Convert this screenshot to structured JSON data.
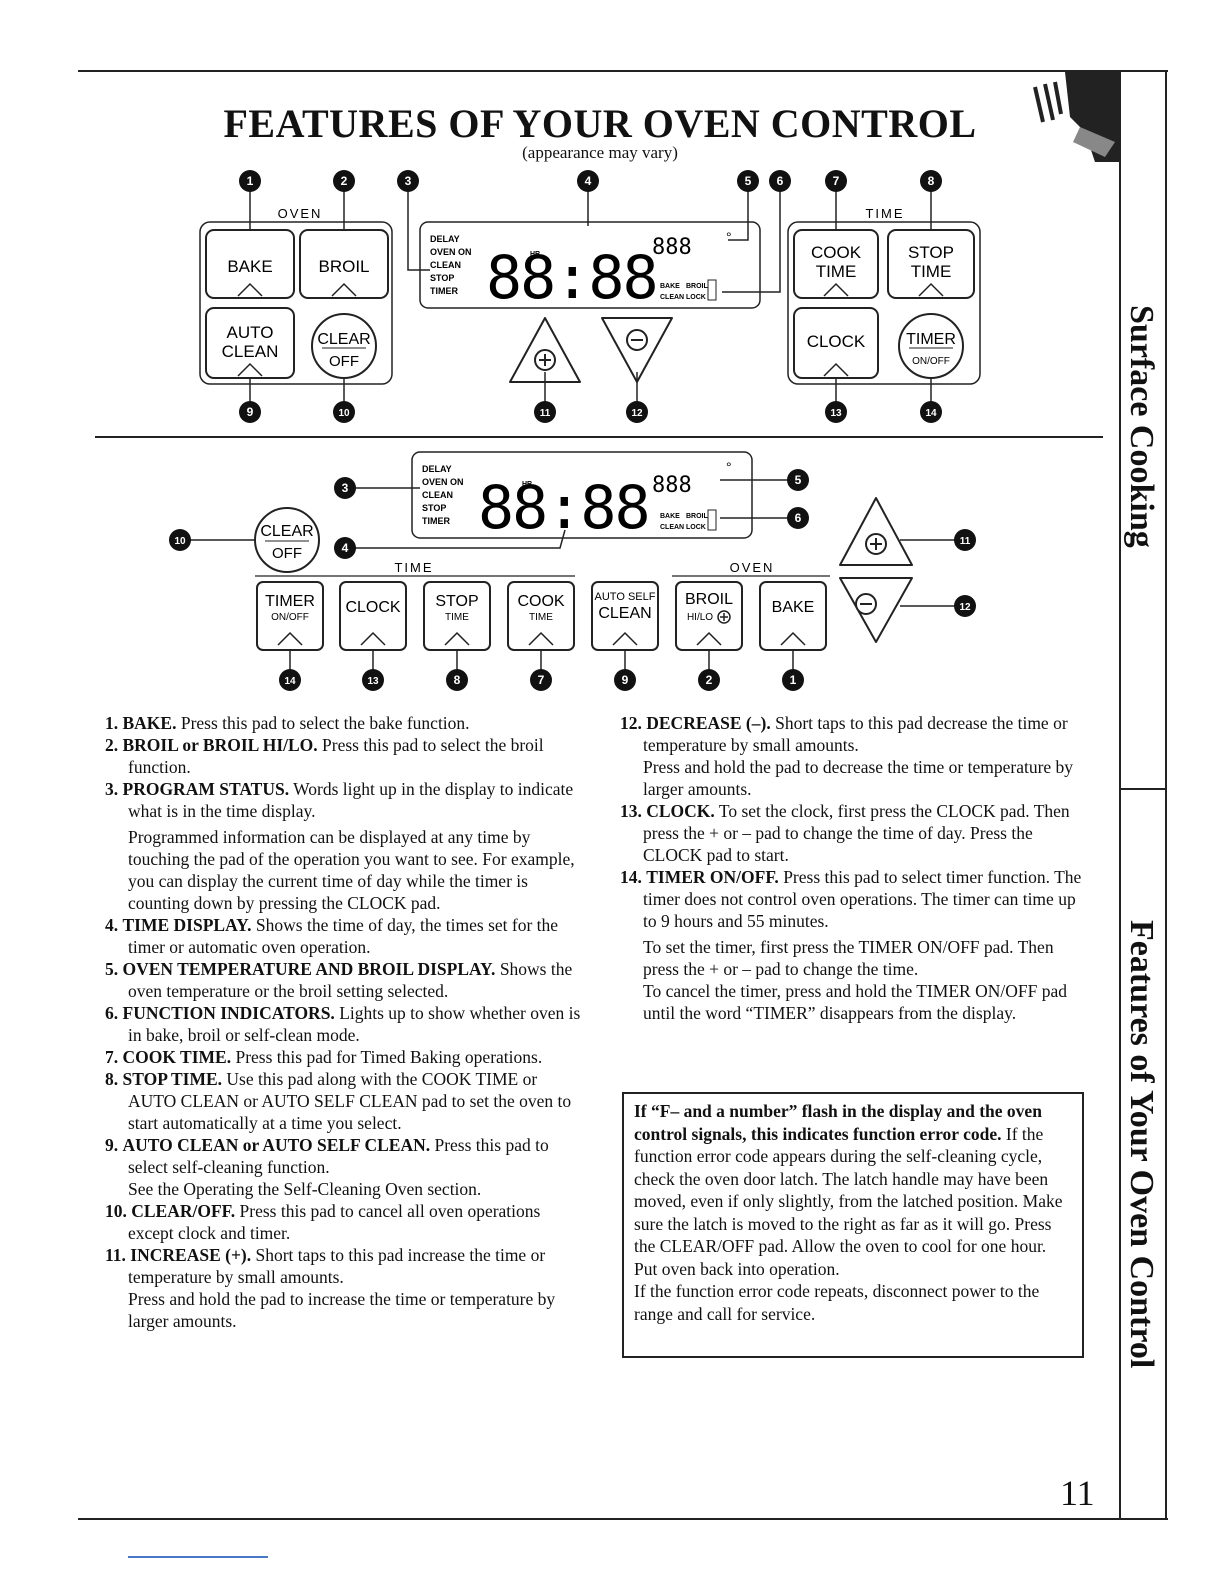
{
  "page": {
    "title": "FEATURES OF YOUR OVEN CONTROL",
    "subtitle": "(appearance may vary)",
    "page_number": "11",
    "side_tabs": [
      "Surface Cooking",
      "Features of Your Oven Control"
    ]
  },
  "diagram": {
    "callouts": [
      "1",
      "2",
      "3",
      "4",
      "5",
      "6",
      "7",
      "8",
      "9",
      "10",
      "11",
      "12",
      "13",
      "14"
    ],
    "top_panel": {
      "oven_group_label": "OVEN",
      "time_group_label": "TIME",
      "pads": {
        "bake": "BAKE",
        "broil": "BROIL",
        "auto_clean_1": "AUTO",
        "auto_clean_2": "CLEAN",
        "clear_1": "CLEAR",
        "clear_2": "OFF",
        "cook_time_1": "COOK",
        "cook_time_2": "TIME",
        "stop_time_1": "STOP",
        "stop_time_2": "TIME",
        "clock": "CLOCK",
        "timer_1": "TIMER",
        "timer_2": "ON/OFF"
      }
    },
    "display": {
      "status_words": [
        "DELAY",
        "OVEN ON",
        "CLEAN",
        "STOP",
        "TIMER"
      ],
      "hr": "HR",
      "digits": "88:88",
      "temp_digits": "888",
      "degree": "°",
      "indicators": [
        "BAKE",
        "BROIL",
        "CLEAN",
        "LOCK"
      ]
    },
    "bottom_panel": {
      "time_group_label": "TIME",
      "oven_group_label": "OVEN",
      "pads": {
        "timer_1": "TIMER",
        "timer_2": "ON/OFF",
        "clock": "CLOCK",
        "stop_1": "STOP",
        "stop_2": "TIME",
        "cook_1": "COOK",
        "cook_2": "TIME",
        "autoself_1": "AUTO SELF",
        "autoself_2": "CLEAN",
        "broil_1": "BROIL",
        "broil_2": "HI/LO",
        "bake": "BAKE",
        "clear_1": "CLEAR",
        "clear_2": "OFF"
      }
    }
  },
  "items": [
    {
      "num": "1.",
      "head": "BAKE.",
      "body": "Press this pad to select the bake function."
    },
    {
      "num": "2.",
      "head": "BROIL or BROIL HI/LO.",
      "body": "Press this pad to select the broil function."
    },
    {
      "num": "3.",
      "head": "PROGRAM STATUS.",
      "body": "Words light up in the display to indicate what is in the time display.",
      "extra": "Programmed information can be displayed at any time by touching the pad of the operation you want to see. For example, you can display the current time of day while the timer is counting down by pressing the CLOCK pad."
    },
    {
      "num": "4.",
      "head": "TIME DISPLAY.",
      "body": "Shows the time of day, the times set for the timer or automatic oven operation."
    },
    {
      "num": "5.",
      "head": "OVEN TEMPERATURE AND BROIL DISPLAY.",
      "body": "Shows the oven temperature or the broil setting selected."
    },
    {
      "num": "6.",
      "head": "FUNCTION INDICATORS.",
      "body": "Lights up to show whether oven is in bake, broil or self-clean mode."
    },
    {
      "num": "7.",
      "head": "COOK TIME.",
      "body": "Press this pad for Timed Baking operations."
    },
    {
      "num": "8.",
      "head": "STOP TIME.",
      "body": "Use this pad along with the COOK TIME or AUTO CLEAN or AUTO SELF CLEAN pad to set the oven to start automatically at a time you select."
    },
    {
      "num": "9.",
      "head": "AUTO CLEAN or AUTO SELF CLEAN.",
      "body": "Press this pad to select self-cleaning function.",
      "extra": "See the Operating the Self-Cleaning Oven section."
    },
    {
      "num": "10.",
      "head": "CLEAR/OFF.",
      "body": "Press this pad to cancel all oven operations except clock and timer."
    },
    {
      "num": "11.",
      "head": "INCREASE (+).",
      "body": "Short taps to this pad increase the time or temperature by small amounts.",
      "extra": "Press and hold the pad to increase the time or temperature by larger amounts."
    },
    {
      "num": "12.",
      "head": "DECREASE (–).",
      "body": "Short taps to this pad decrease the time or temperature by small amounts.",
      "extra": "Press and hold the pad to decrease the time or temperature by larger amounts."
    },
    {
      "num": "13.",
      "head": "CLOCK.",
      "body": "To set the clock, first press the CLOCK pad. Then press the + or – pad to change the time of day. Press the CLOCK pad to start."
    },
    {
      "num": "14.",
      "head": "TIMER ON/OFF.",
      "body": "Press this pad to select timer function. The timer does not control oven operations. The timer can time up to 9 hours and 55 minutes.",
      "extra": "To set the timer, first press the TIMER ON/OFF pad. Then press the + or – pad to change the time.",
      "extra2": "To cancel the timer, press and hold the TIMER ON/OFF pad until the word “TIMER” disappears from the display."
    }
  ],
  "notice": {
    "bold": "If “F– and a number” flash in the display and the oven control signals, this indicates function error code.",
    "body": "If the function error code appears during the self-cleaning cycle, check the oven door latch. The latch handle may have been moved, even if only slightly, from the latched position. Make sure the latch is moved to the right as far as it will go. Press the CLEAR/OFF pad. Allow the oven to cool for one hour. Put oven back into operation.",
    "body2": "If the function error code repeats, disconnect power to the range and call for service."
  }
}
